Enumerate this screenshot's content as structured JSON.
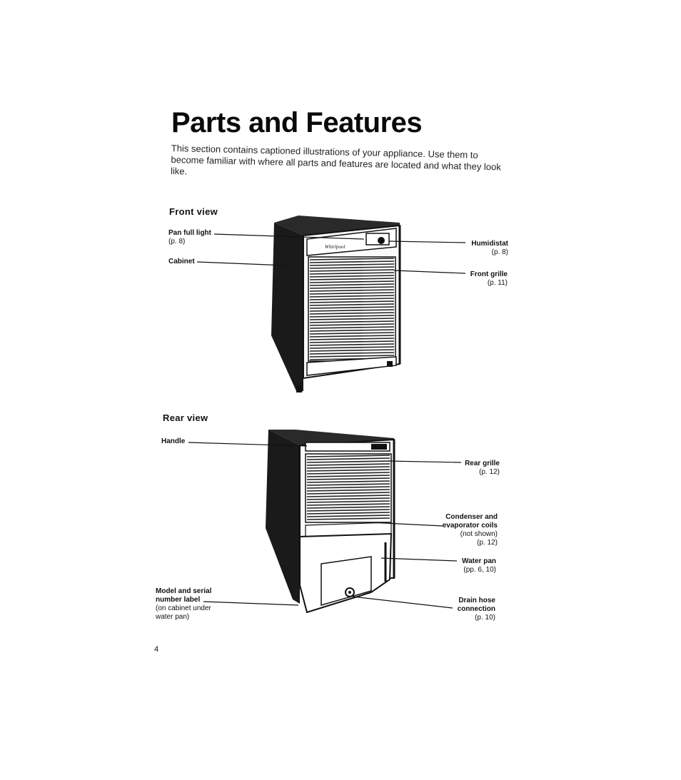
{
  "page": {
    "title": "Parts and Features",
    "intro": "This section contains captioned illustrations of your appliance. Use them to become familiar with where all parts and features are located and what they look like.",
    "page_number": "4"
  },
  "front_view": {
    "heading": "Front view",
    "labels": [
      {
        "id": "pan-full-light",
        "name": "Pan full light",
        "ref": "(p. 8)"
      },
      {
        "id": "cabinet",
        "name": "Cabinet",
        "ref": ""
      },
      {
        "id": "humidistat",
        "name": "Humidistat",
        "ref": "(p. 8)"
      },
      {
        "id": "front-grille",
        "name": "Front grille",
        "ref": "(p. 11)"
      }
    ]
  },
  "rear_view": {
    "heading": "Rear view",
    "labels": [
      {
        "id": "handle",
        "name": "Handle",
        "ref": ""
      },
      {
        "id": "rear-grille",
        "name": "Rear grille",
        "ref": "(p. 12)"
      },
      {
        "id": "condenser",
        "name_line1": "Condenser and",
        "name_line2": "evaporator coils",
        "note": "(not shown)",
        "ref": "(p. 12)"
      },
      {
        "id": "water-pan",
        "name": "Water pan",
        "ref": "(pp. 6, 10)"
      },
      {
        "id": "model-serial",
        "name_line1": "Model and serial",
        "name_line2": "number label",
        "note_line1": "(on cabinet under",
        "note_line2": "water pan)"
      },
      {
        "id": "drain-hose",
        "name_line1": "Drain hose",
        "name_line2": "connection",
        "ref": "(p. 10)"
      }
    ]
  },
  "colors": {
    "ink": "#111111",
    "cabinet_dark": "#1a1a1a",
    "paper": "#ffffff"
  }
}
